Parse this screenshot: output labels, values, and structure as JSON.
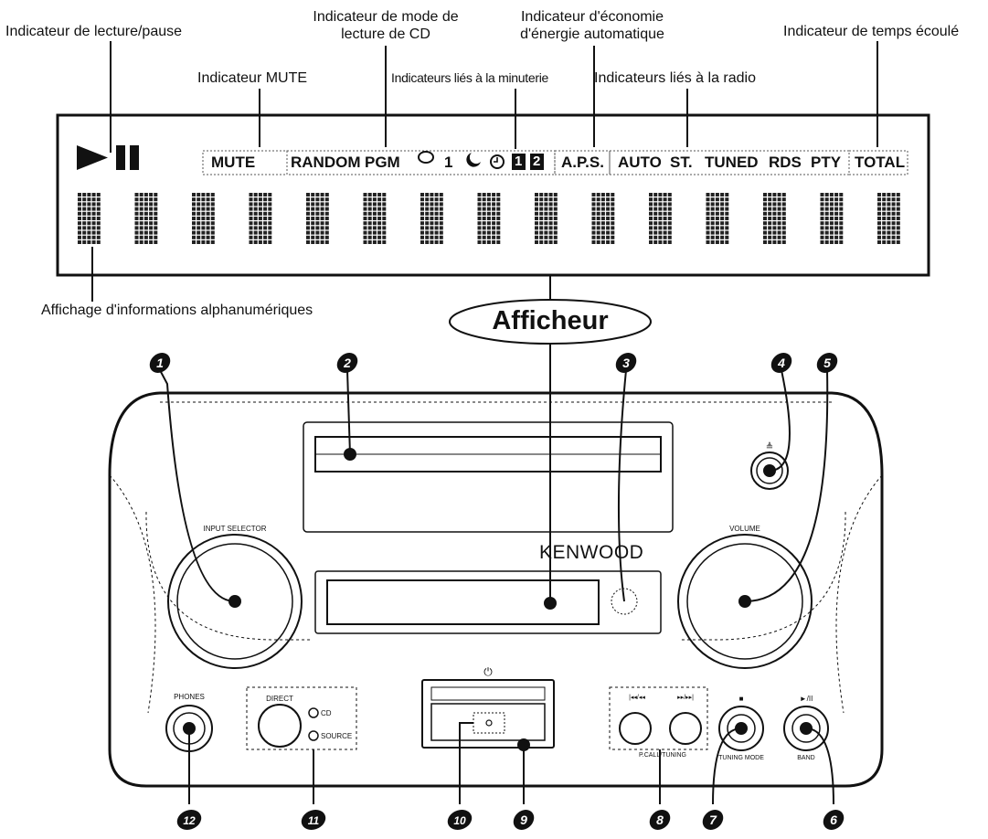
{
  "callouts": {
    "play_pause": "Indicateur de lecture/pause",
    "mute": "Indicateur MUTE",
    "cd_mode_line1": "Indicateur de mode de",
    "cd_mode_line2": "lecture de CD",
    "timer": "Indicateurs liés à la minuterie",
    "aps_line1": "Indicateur d'économie",
    "aps_line2": "d'énergie automatique",
    "radio": "Indicateurs liés à la radio",
    "elapsed": "Indicateur de temps écoulé",
    "alnum": "Affichage d'informations alphanumériques",
    "display": "Afficheur"
  },
  "indicators": {
    "mute": "MUTE",
    "random": "RANDOM",
    "pgm": "PGM",
    "repeat_one": "1",
    "timer1": "1",
    "timer2": "2",
    "aps": "A.P.S.",
    "auto": "AUTO",
    "st": "ST.",
    "tuned": "TUNED",
    "rds": "RDS",
    "pty": "PTY",
    "total": "TOTAL"
  },
  "device": {
    "brand": "KENWOOD",
    "input_selector": "INPUT SELECTOR",
    "volume": "VOLUME",
    "phones": "PHONES",
    "direct": "DIRECT",
    "cd": "CD",
    "source": "SOURCE",
    "pcall_tuning": "P.CALL/TUNING",
    "skip_back": "|◂◂/◂◂",
    "skip_fwd": "▸▸/▸▸|",
    "tuning_mode": "TUNING MODE",
    "band": "BAND",
    "stop_symbol": "■",
    "playpause_symbol": "►/II",
    "eject_symbol": "≜",
    "power_symbol": "⏻"
  },
  "numbers": [
    "1",
    "2",
    "3",
    "4",
    "5",
    "6",
    "7",
    "8",
    "9",
    "10",
    "11",
    "12"
  ],
  "char_cells": 15
}
